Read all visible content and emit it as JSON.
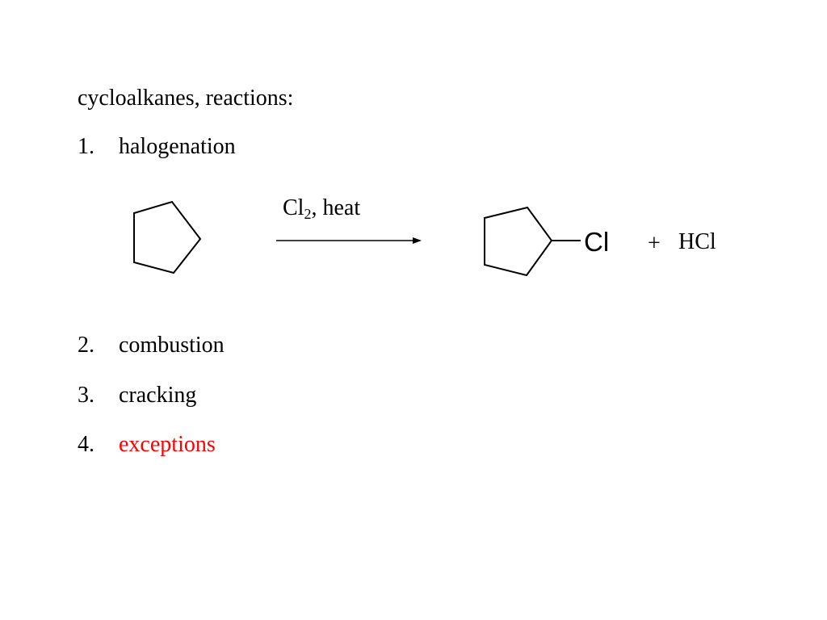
{
  "slide": {
    "heading": "cycloalkanes, reactions:",
    "items": [
      {
        "number": "1.",
        "label": "halogenation"
      },
      {
        "number": "2.",
        "label": "combustion"
      },
      {
        "number": "3.",
        "label": "cracking"
      },
      {
        "number": "4.",
        "label": "exceptions",
        "color": "#ff0000"
      }
    ]
  },
  "reaction": {
    "reagent_symbol": "Cl",
    "reagent_subscript": "2",
    "reagent_conditions": ", heat",
    "product_substituent": "Cl",
    "plus": "+",
    "byproduct": "HCl"
  }
}
